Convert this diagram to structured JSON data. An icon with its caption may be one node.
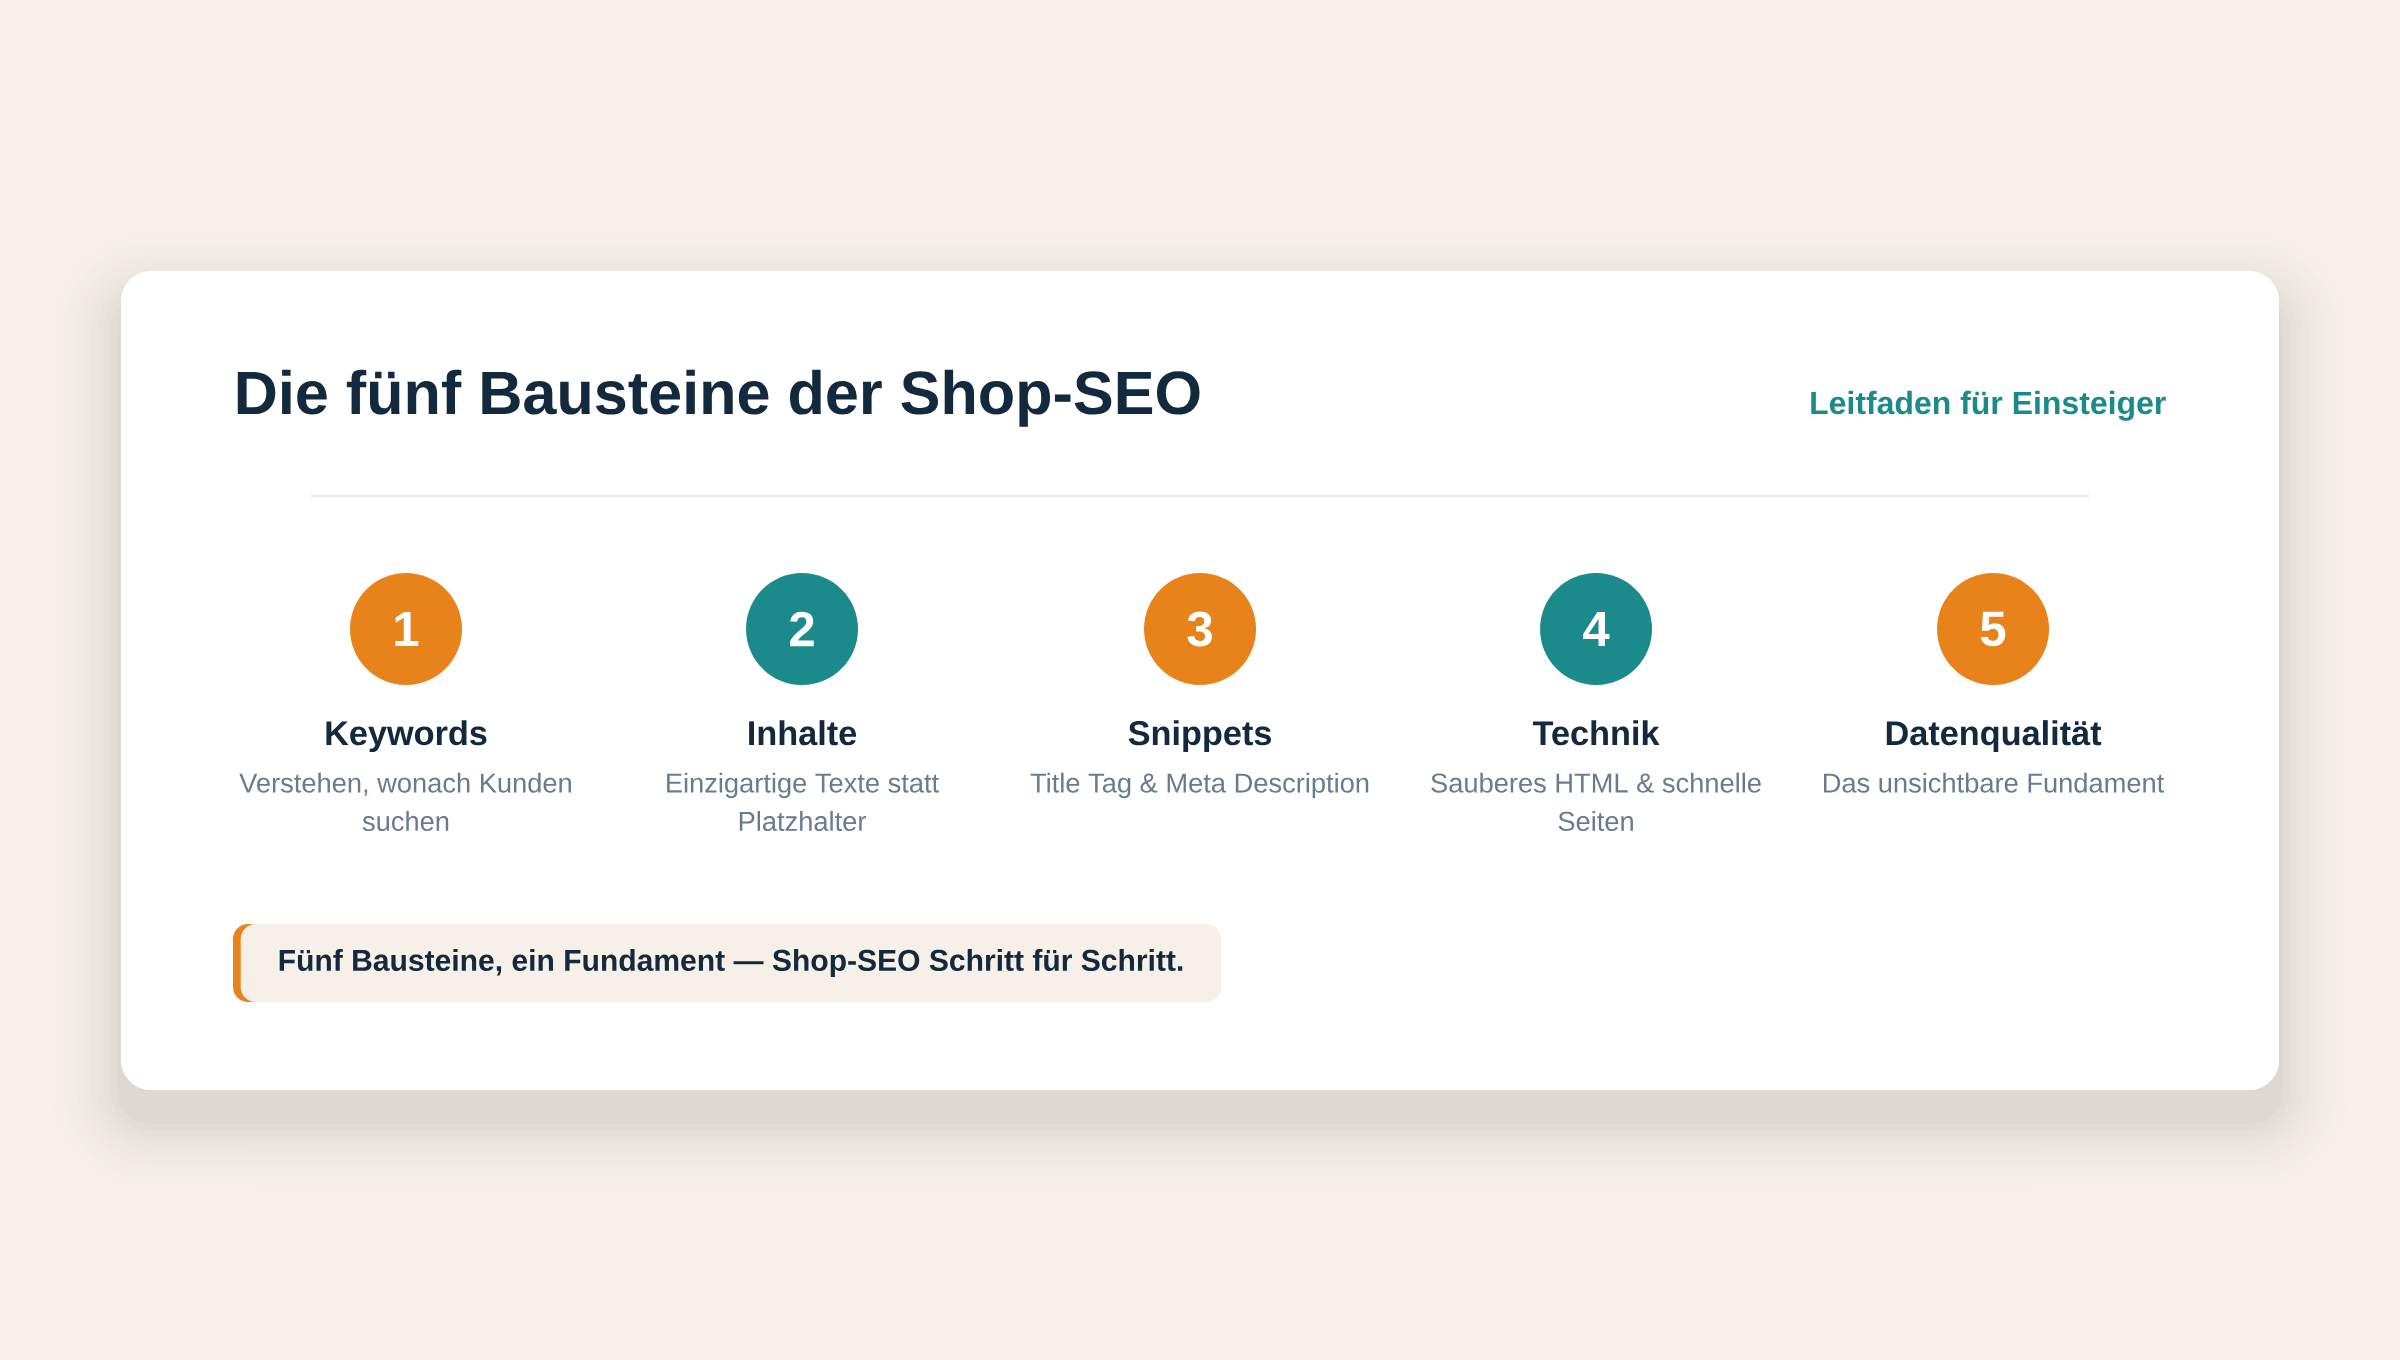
{
  "diagram": {
    "title": "Die fünf Bausteine der Shop-SEO",
    "nodes": [
      {
        "text": [
          "1",
          "Keywords",
          "Verstehen, wonach Kunden suchen"
        ]
      },
      {
        "text": [
          "2",
          "Inhalte",
          "Einzigartige Texte statt Platzhalter"
        ]
      },
      {
        "text": [
          "3",
          "Snippets",
          "Title Tag & Meta Description"
        ]
      },
      {
        "text": [
          "4",
          "Technik",
          "Sauberes HTML & schnelle Seiten"
        ]
      },
      {
        "text": [
          "5",
          "Datenqualität",
          "Das unsichtbare Fundament"
        ]
      },
      {
        "text": [
          "Fünf Bausteine, ein Fundament — Shop-SEO Schritt für Schritt."
        ]
      }
    ],
    "labels": [
      "Leitfaden für Einsteiger"
    ]
  }
}
